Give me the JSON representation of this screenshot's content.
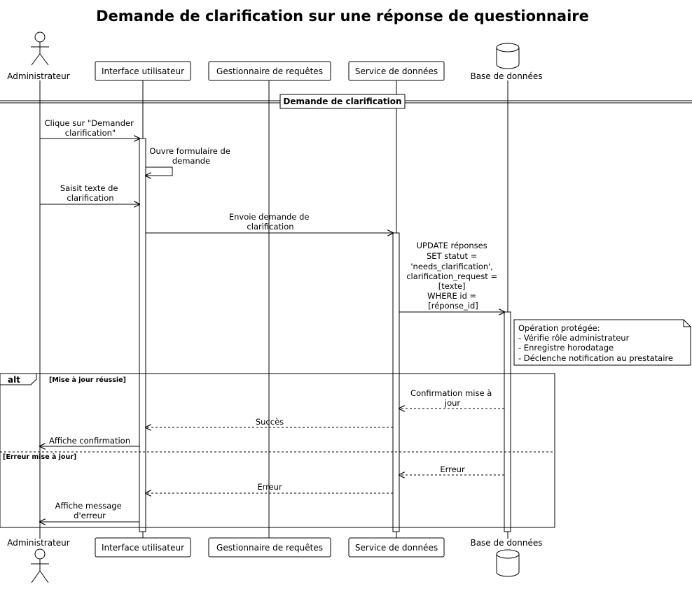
{
  "title": "Demande de clarification sur une réponse de questionnaire",
  "participants": {
    "admin": "Administrateur",
    "ui": "Interface utilisateur",
    "gestionnaire": "Gestionnaire de requêtes",
    "service": "Service de données",
    "db": "Base de données"
  },
  "divider": "Demande de clarification",
  "messages": {
    "m1": [
      "Clique sur \"Demander",
      "clarification\""
    ],
    "m2": [
      "Ouvre formulaire de",
      "demande"
    ],
    "m3": [
      "Saisit texte de",
      "clarification"
    ],
    "m4": [
      "Envoie demande de",
      "clarification"
    ],
    "m5": [
      "UPDATE réponses",
      "SET statut =",
      "'needs_clarification',",
      "clarification_request =",
      "[texte]",
      "WHERE id =",
      "[réponse_id]"
    ],
    "r1": [
      "Confirmation mise à",
      "jour"
    ],
    "r2": [
      "Succès"
    ],
    "r3": [
      "Affiche confirmation"
    ],
    "r4": [
      "Erreur"
    ],
    "r5": [
      "Erreur"
    ],
    "r6": [
      "Affiche message",
      "d'erreur"
    ]
  },
  "note": [
    "Opération protégée:",
    "- Vérifie rôle administrateur",
    "- Enregistre horodatage",
    "- Déclenche notification au prestataire"
  ],
  "alt": {
    "keyword": "alt",
    "guard1": "[Mise à jour réussie]",
    "guard2": "[Erreur mise à jour]"
  },
  "colors": {
    "stroke": "#000000",
    "background": "#ffffff"
  }
}
